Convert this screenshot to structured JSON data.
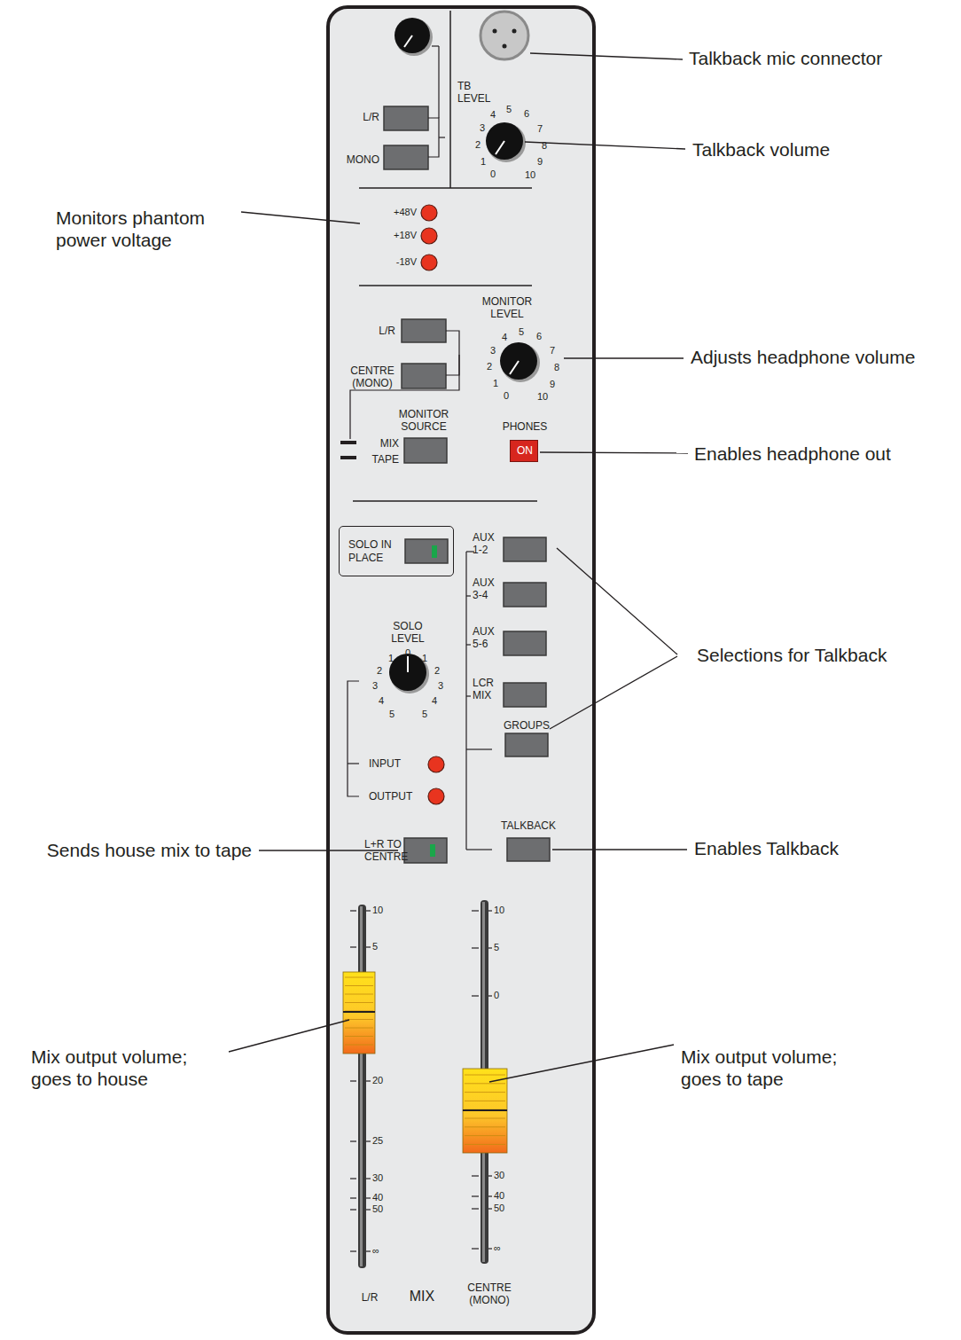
{
  "diagram": {
    "nodes": [
      {
        "text": [
          "SOLO IN PLACE"
        ]
      },
      {
        "text": [
          "ON"
        ]
      }
    ],
    "labels": [
      "Talkback mic connector",
      "TB LEVEL",
      "0",
      "1",
      "2",
      "3",
      "4",
      "5",
      "6",
      "7",
      "8",
      "9",
      "10",
      "Talkback volume",
      "L/R",
      "MONO",
      "Monitors phantom power voltage",
      "+48V",
      "+18V",
      "-18V",
      "MONITOR LEVEL",
      "0",
      "1",
      "2",
      "3",
      "4",
      "5",
      "6",
      "7",
      "8",
      "9",
      "10",
      "Adjusts headphone volume",
      "L/R",
      "CENTRE (MONO)",
      "MONITOR SOURCE",
      "MIX",
      "TAPE",
      "PHONES",
      "Enables headphone out",
      "AUX 1-2",
      "AUX 3-4",
      "AUX 5-6",
      "LCR MIX",
      "GROUPS",
      "TALKBACK",
      "Selections for Talkback",
      "SOLO LEVEL",
      "0",
      "1",
      "1",
      "2",
      "2",
      "3",
      "3",
      "4",
      "4",
      "5",
      "5",
      "INPUT",
      "OUTPUT",
      "L+R TO CENTRE",
      "Sends house mix to tape",
      "Enables Talkback",
      "10",
      "5",
      "20",
      "25",
      "30",
      "40",
      "50",
      "∞",
      "10",
      "5",
      "0",
      "30",
      "40",
      "50",
      "∞",
      "Mix output volume; goes to house",
      "Mix output volume; goes to tape",
      "L/R",
      "MIX",
      "CENTRE (MONO)"
    ]
  }
}
